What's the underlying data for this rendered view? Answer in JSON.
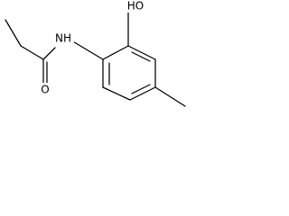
{
  "labels": {
    "oxygen_hydroxyl": "HO",
    "nitrogen_amide": "NH",
    "oxygen_carbonyl": "O"
  }
}
